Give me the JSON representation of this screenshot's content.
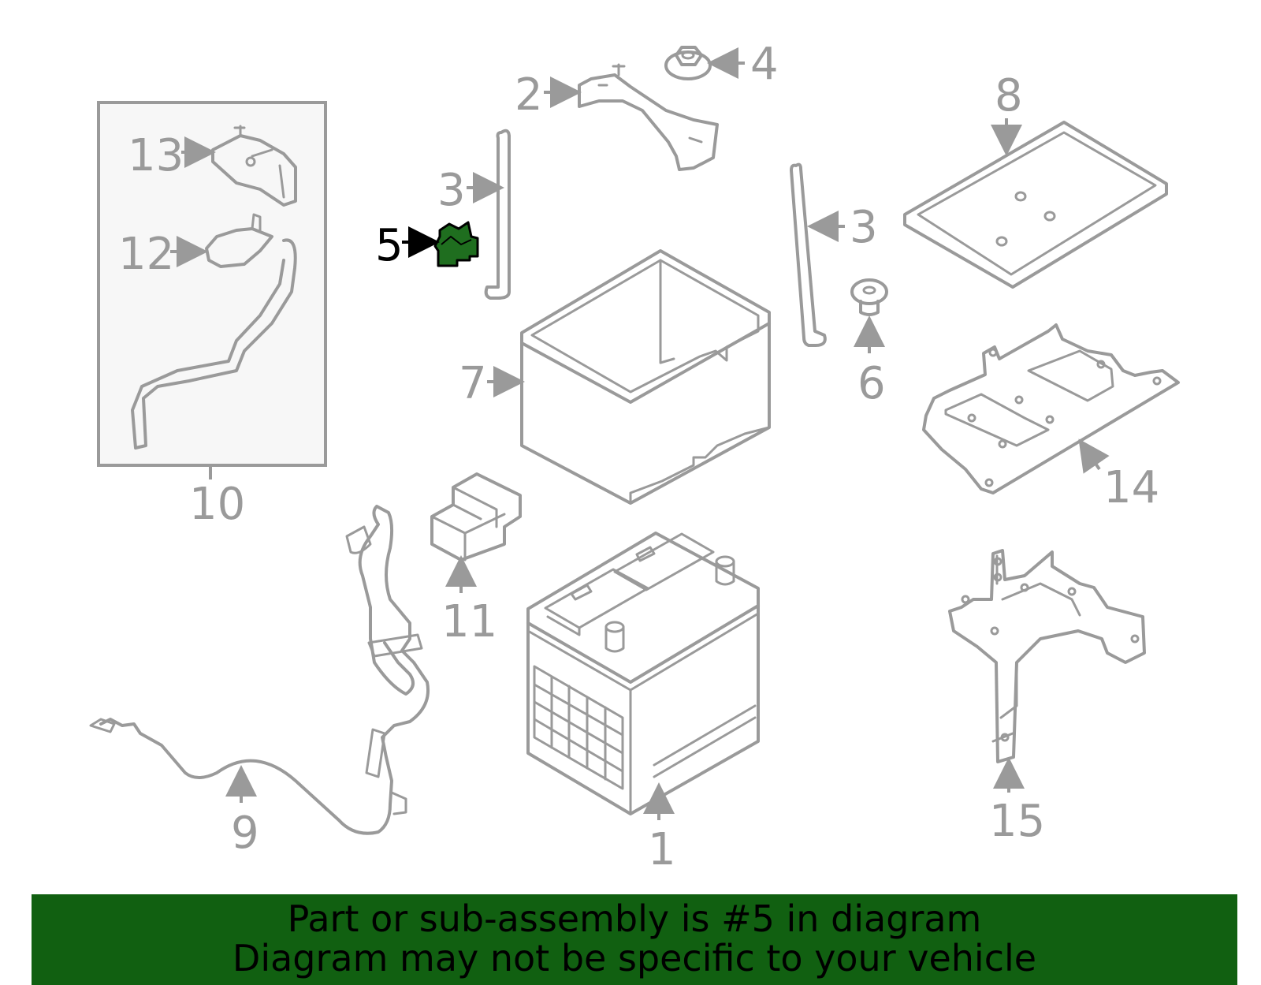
{
  "banner": {
    "line1": "Part or sub-assembly is #5 in diagram",
    "line2": "Diagram may not be specific to your vehicle"
  },
  "highlight_color": "#1f6e1f",
  "banner_color": "#116011",
  "callouts": {
    "c1": "1",
    "c2": "2",
    "c3a": "3",
    "c3b": "3",
    "c4": "4",
    "c5": "5",
    "c6": "6",
    "c7": "7",
    "c8": "8",
    "c9": "9",
    "c10": "10",
    "c11": "11",
    "c12": "12",
    "c13": "13",
    "c14": "14",
    "c15": "15"
  }
}
